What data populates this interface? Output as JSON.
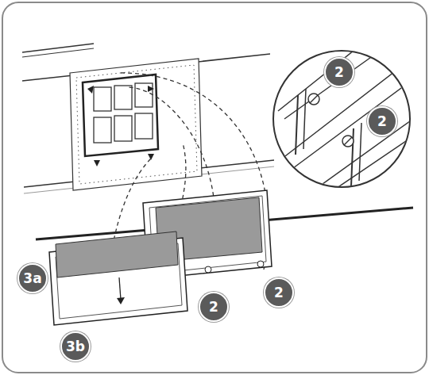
{
  "diagram": {
    "labels": [
      "2",
      "2",
      "3a",
      "2",
      "2",
      "3b"
    ]
  }
}
